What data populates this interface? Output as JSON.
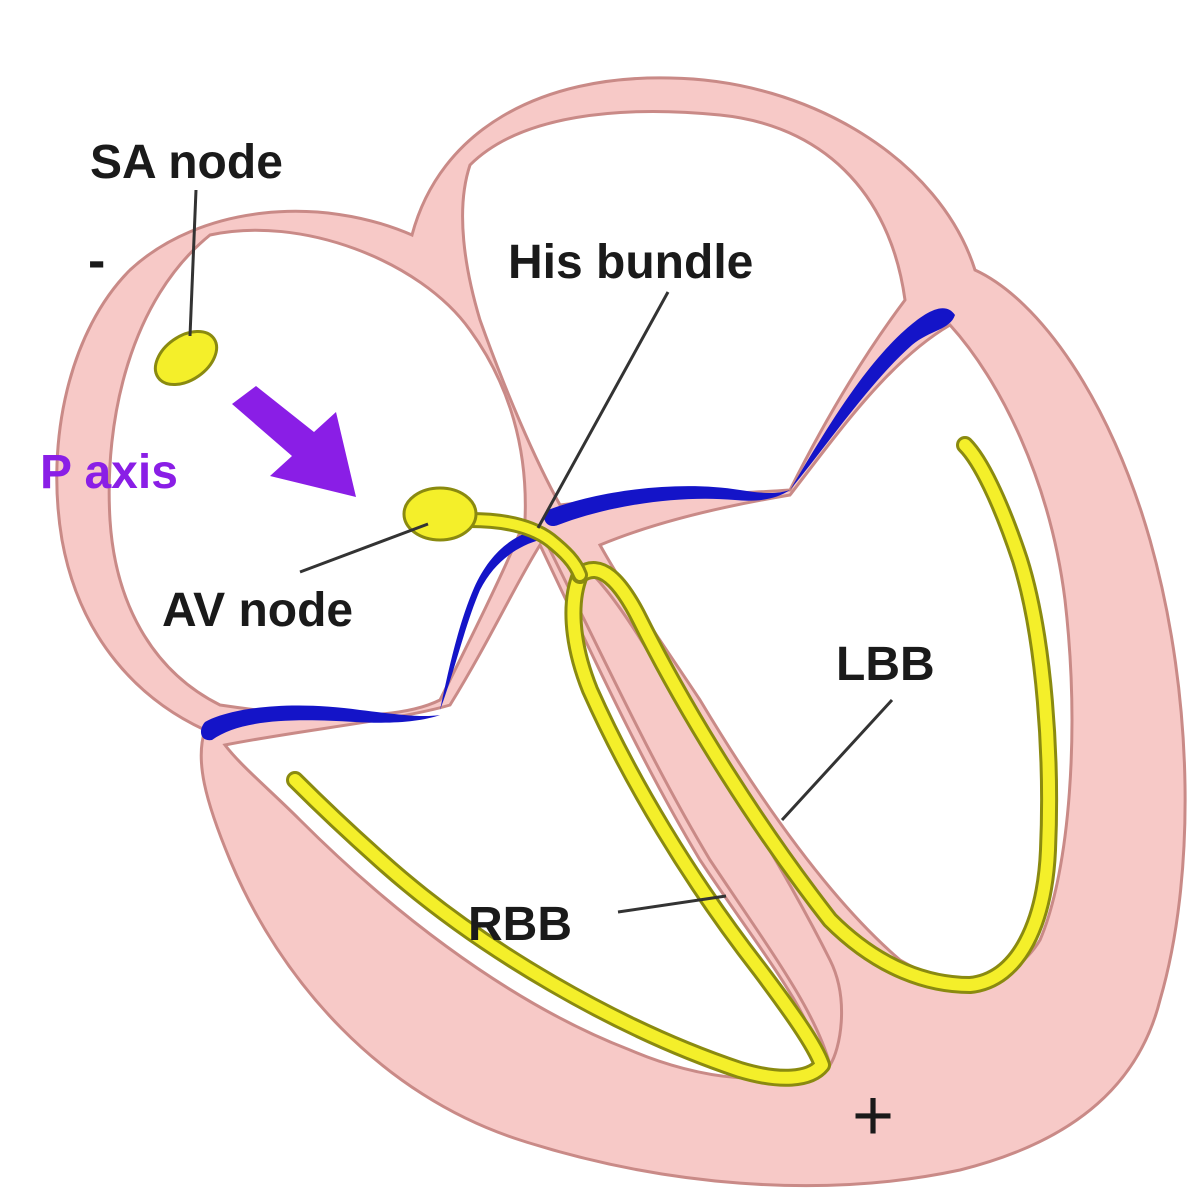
{
  "labels": {
    "sa_node": "SA node",
    "his_bundle": "His bundle",
    "p_axis": "P axis",
    "av_node": "AV node",
    "lbb": "LBB",
    "rbb": "RBB",
    "minus": "-",
    "plus": "+"
  },
  "colors": {
    "wall": "#f7c9c7",
    "wall_outline": "#c98a87",
    "chamber": "#ffffff",
    "conduction": "#f4ef2a",
    "conduction_outline": "#8a8a10",
    "valve": "#1414c8",
    "arrow": "#8a1ee6",
    "text": "#1a1a1a",
    "leader": "#333333"
  }
}
